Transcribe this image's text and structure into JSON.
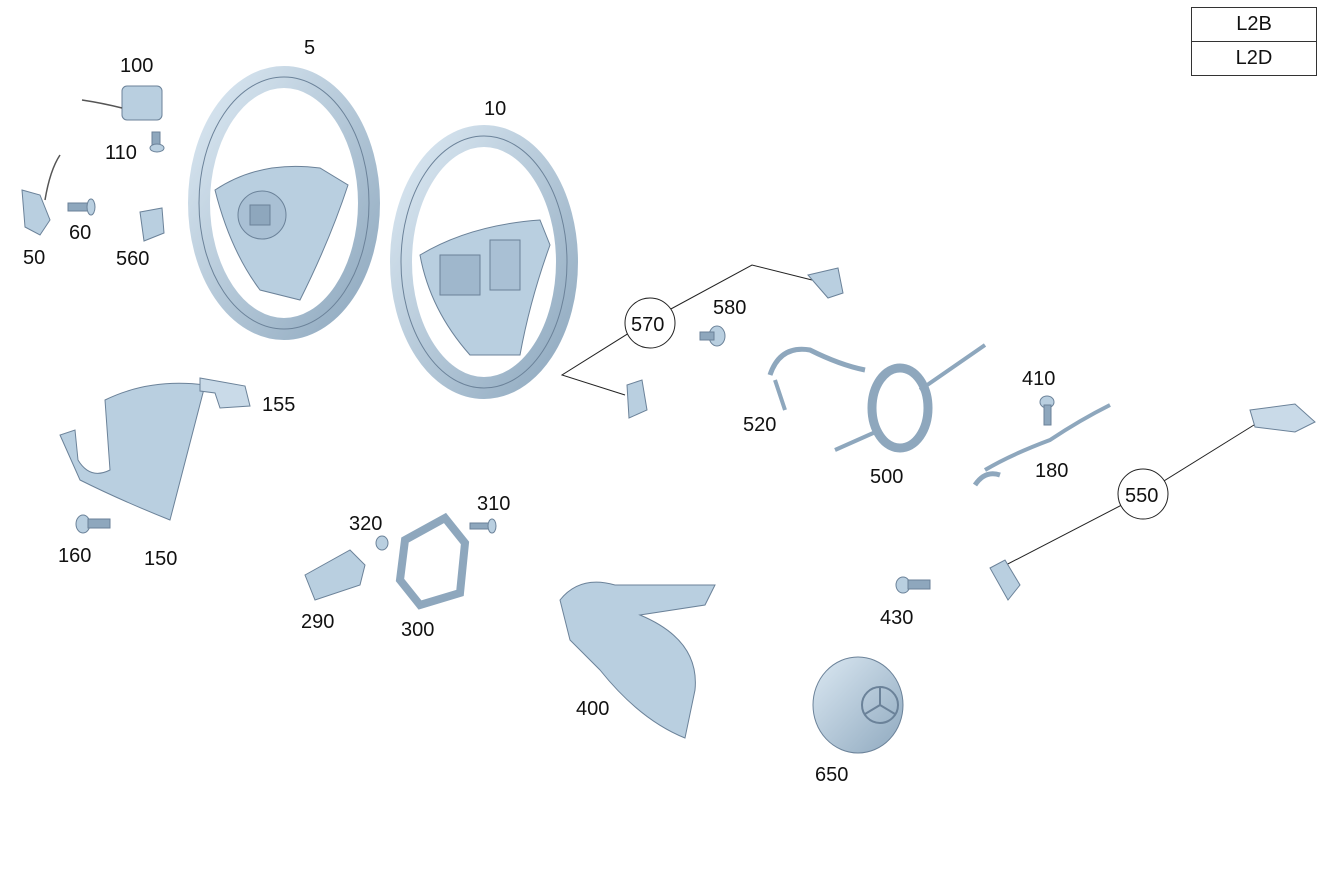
{
  "codes": [
    "L2B",
    "L2D"
  ],
  "colors": {
    "part_fill": "#b9cfe0",
    "part_stroke": "#6b8299",
    "part_dark": "#8ea7bd",
    "line": "#222222"
  },
  "labels": {
    "p5": "5",
    "p10": "10",
    "p50": "50",
    "p60": "60",
    "p100": "100",
    "p110": "110",
    "p150": "150",
    "p155": "155",
    "p160": "160",
    "p180": "180",
    "p290": "290",
    "p300": "300",
    "p310": "310",
    "p320": "320",
    "p400": "400",
    "p410": "410",
    "p430": "430",
    "p500": "500",
    "p520": "520",
    "p550": "550",
    "p560": "560",
    "p570": "570",
    "p580": "580",
    "p650": "650"
  }
}
